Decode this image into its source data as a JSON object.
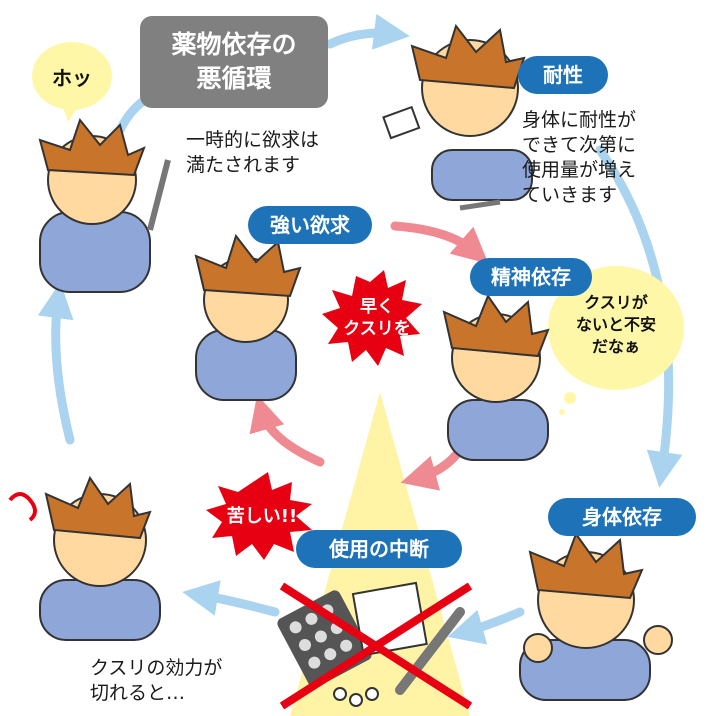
{
  "title_line1": "薬物依存の",
  "title_line2": "悪循環",
  "stages": {
    "tolerance": {
      "label": "耐性",
      "desc": [
        "身体に耐性が",
        "できて次第に",
        "使用量が増え",
        "ていきます"
      ]
    },
    "psych_dependence": {
      "label": "精神依存"
    },
    "craving": {
      "label": "強い欲求"
    },
    "physical_dependence": {
      "label": "身体依存"
    },
    "interruption": {
      "label": "使用の中断"
    }
  },
  "texts": {
    "satisfied": [
      "一時的に欲求は",
      "満たされます"
    ],
    "wears_off": [
      "クスリの効力が",
      "切れると…"
    ]
  },
  "speech": {
    "relief": "ホッ",
    "anxious": [
      "クスリが",
      "ないと不安",
      "だなぁ"
    ],
    "hurry": [
      "早く",
      "クスリを"
    ],
    "painful": "苦しい!!"
  },
  "colors": {
    "outer_arrow": "#a9d3ef",
    "inner_arrow": "#ef8a92",
    "label_bg": "#1e73b8",
    "title_bg": "#808080",
    "burst": "#e60012",
    "spotlight": "#fff3a6",
    "bubble": "#fff7a8",
    "skin": "#ffd9a0",
    "hair": "#c8742a",
    "shirt": "#8fa6d9"
  }
}
